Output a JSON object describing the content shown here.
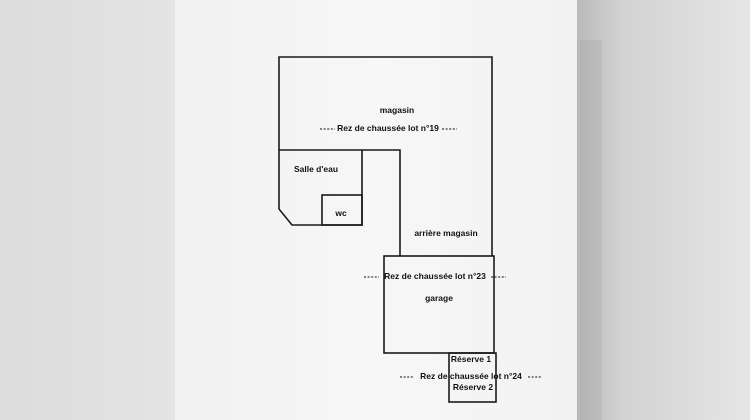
{
  "plan": {
    "rooms": {
      "magasin": "magasin",
      "salle_deau": "Salle d'eau",
      "wc": "wc",
      "arriere_magasin": "arrière magasin",
      "garage": "garage",
      "reserve_1": "Réserve 1",
      "reserve_2": "Réserve 2"
    },
    "lots": {
      "lot_19": "Rez de chaussée lot n°19",
      "lot_23": "Rez de chaussée lot n°23",
      "lot_24": "Rez de chaussée lot n°24"
    }
  },
  "colors": {
    "background": "#e8e8e8",
    "paper": "#f6f6f6",
    "lines": "#1a1a1a"
  }
}
